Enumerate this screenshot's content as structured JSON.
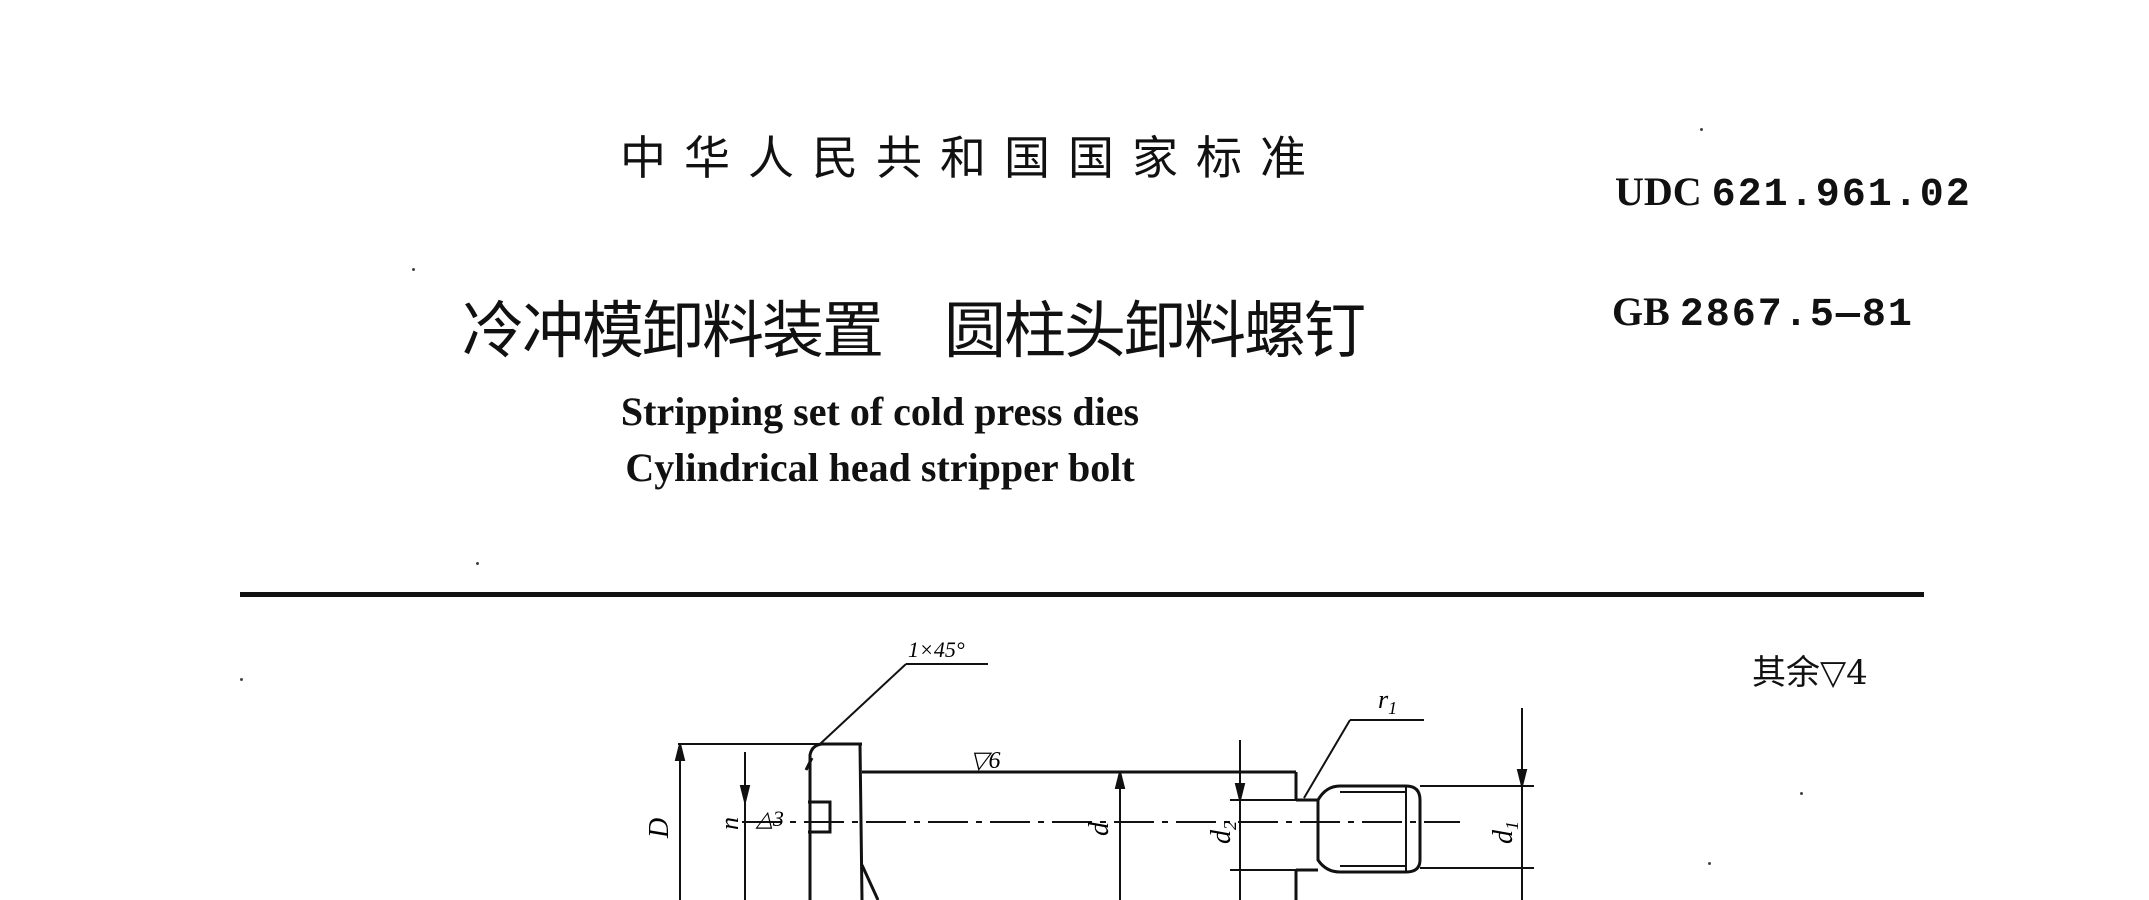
{
  "header": {
    "cn_standard": "中华人民共和国国家标准",
    "udc_label": "UDC",
    "udc_number": "621.961.02"
  },
  "title": {
    "cn_part1": "冷冲模卸料装置",
    "cn_part2": "圆柱头卸料螺钉",
    "gb_label": "GB",
    "gb_number": "2867.5—81",
    "en_line1": "Stripping set of cold press dies",
    "en_line2": "Cylindrical head stripper bolt"
  },
  "drawing": {
    "surface_note": "其余▽4",
    "chamfer_label": "1×45°",
    "finish_shank": "▽6",
    "finish_slot": "△3",
    "dim_D": "D",
    "dim_n": "n",
    "dim_d": "d",
    "dim_d2": "d",
    "dim_d2_sub": "2",
    "dim_d1": "d",
    "dim_d1_sub": "1",
    "dim_r1": "r",
    "dim_r1_sub": "1"
  }
}
